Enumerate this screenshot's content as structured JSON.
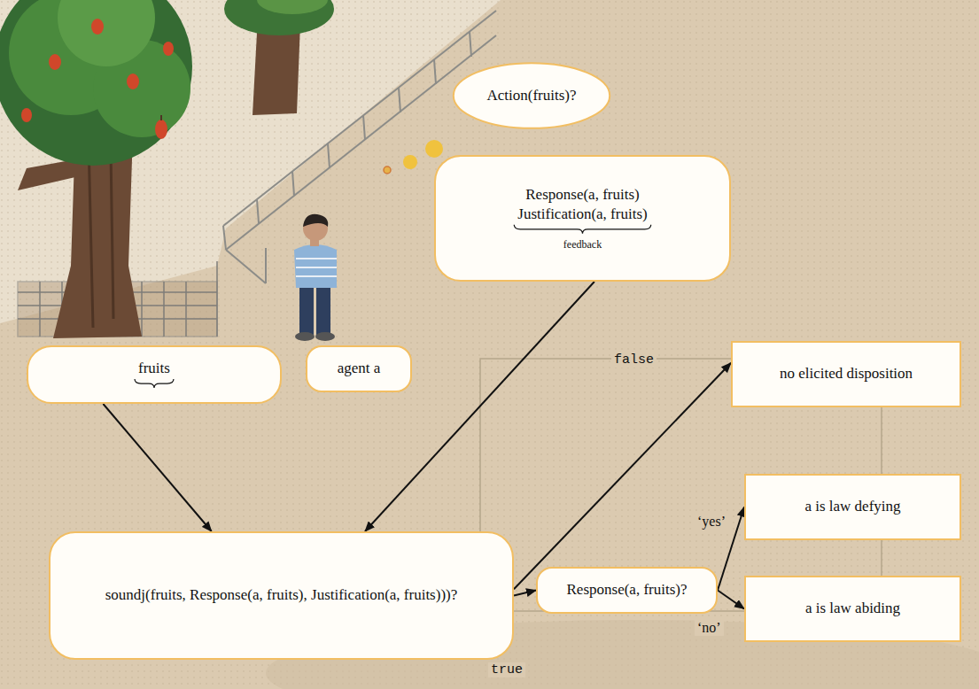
{
  "diagram": {
    "nodes": [
      {
        "text": [
          "Action(fruits)?"
        ]
      },
      {
        "text": [
          "Response(a, fruits)",
          "Justification(a, fruits)",
          "feedback"
        ]
      },
      {
        "text": [
          "fruits"
        ]
      },
      {
        "text": [
          "agent a"
        ]
      },
      {
        "text": [
          "no elicited disposition"
        ]
      },
      {
        "text": [
          "soundj(fruits, Response(a, fruits), Justification(a, fruits)))?"
        ]
      },
      {
        "text": [
          "Response(a, fruits)?"
        ]
      },
      {
        "text": [
          "a is law defying"
        ]
      },
      {
        "text": [
          "a is law abiding"
        ]
      }
    ],
    "edges": [
      {
        "from": 2,
        "to": 5,
        "arrow": "to"
      },
      {
        "from": 1,
        "to": 5,
        "arrow": "to"
      },
      {
        "from": 5,
        "to": 4,
        "label": "false",
        "arrow": "to"
      },
      {
        "from": 5,
        "to": 6,
        "label": "true",
        "arrow": "to"
      },
      {
        "from": 6,
        "to": 7,
        "label": "‘yes’",
        "arrow": "to"
      },
      {
        "from": 6,
        "to": 8,
        "label": "‘no’",
        "arrow": "to"
      }
    ]
  }
}
